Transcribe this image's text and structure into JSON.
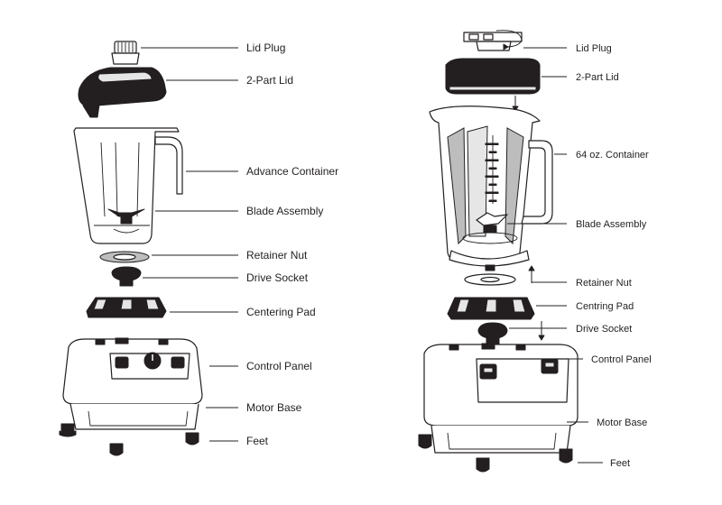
{
  "left_diagram": {
    "labels": [
      "Lid Plug",
      "2-Part Lid",
      "Advance Container",
      "Blade Assembly",
      "Retainer Nut",
      "Drive Socket",
      "Centering Pad",
      "Control Panel",
      "Motor Base",
      "Feet"
    ]
  },
  "right_diagram": {
    "labels": [
      "Lid Plug",
      "2-Part Lid",
      "64 oz. Container",
      "Blade Assembly",
      "Retainer Nut",
      "Centring Pad",
      "Drive Socket",
      "Control Panel",
      "Motor Base",
      "Feet"
    ]
  },
  "colors": {
    "ink": "#231f20",
    "grey": "#bdbdbd",
    "light_grey": "#e6e6e6"
  }
}
